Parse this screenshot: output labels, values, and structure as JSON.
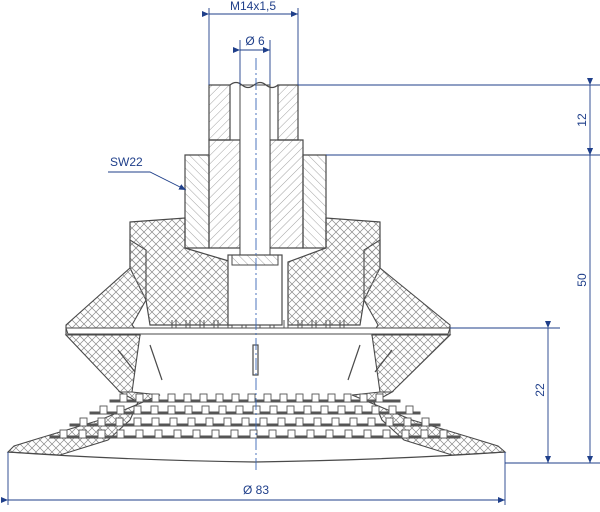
{
  "drawing": {
    "labels": {
      "thread": "M14x1,5",
      "bore": "Ø 6",
      "wrench": "SW22",
      "height_top": "12",
      "height_total": "50",
      "height_lower": "22",
      "diameter": "Ø 83"
    },
    "colors": {
      "dimension": "#1f3f8a",
      "outline": "#4a4a4a",
      "hatch": "#7a7a7a",
      "centerline": "#3a68b5"
    }
  }
}
